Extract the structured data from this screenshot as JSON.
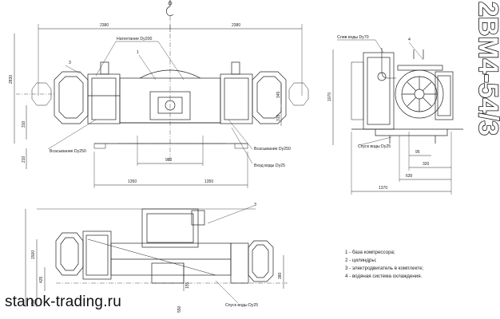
{
  "title": "2ВМ4-54/3",
  "watermark": "stanok-trading.ru",
  "top_view": {
    "dims": {
      "left_width": "2380",
      "right_width": "2380",
      "overall_height": "2830",
      "lower_left": "1350",
      "lower_right": "1350",
      "center": "980",
      "left_310": "310",
      "left_210": "210",
      "right_345": "345",
      "right_315": "315"
    },
    "callouts": {
      "discharge": "Нагнетание Dy200",
      "intake_left": "Всасывание Dy250",
      "intake_right": "Всасывание Dy250",
      "water_inlet": "Вход воды Dy25",
      "num1": "1",
      "num3": "3"
    }
  },
  "side_view": {
    "dims": {
      "height": "1070",
      "d95": "95",
      "d320": "320",
      "d630": "630",
      "d1370": "1370"
    },
    "callouts": {
      "water_drain": "Слив воды Dy70",
      "water_release": "Спуск воды Dy25",
      "num4": "4"
    }
  },
  "bottom_view": {
    "dims": {
      "d1500": "1500",
      "d425": "425",
      "d250": "250",
      "d380": "380",
      "d155": "155",
      "d550": "550"
    },
    "callouts": {
      "water_release": "Спуск воды Dy25",
      "num3": "3"
    }
  },
  "legend": [
    "1 - база компрессора;",
    "2 - цилиндры;",
    "3 - электродвигатель в комплекте;",
    "4 - водяная система охлаждения."
  ]
}
